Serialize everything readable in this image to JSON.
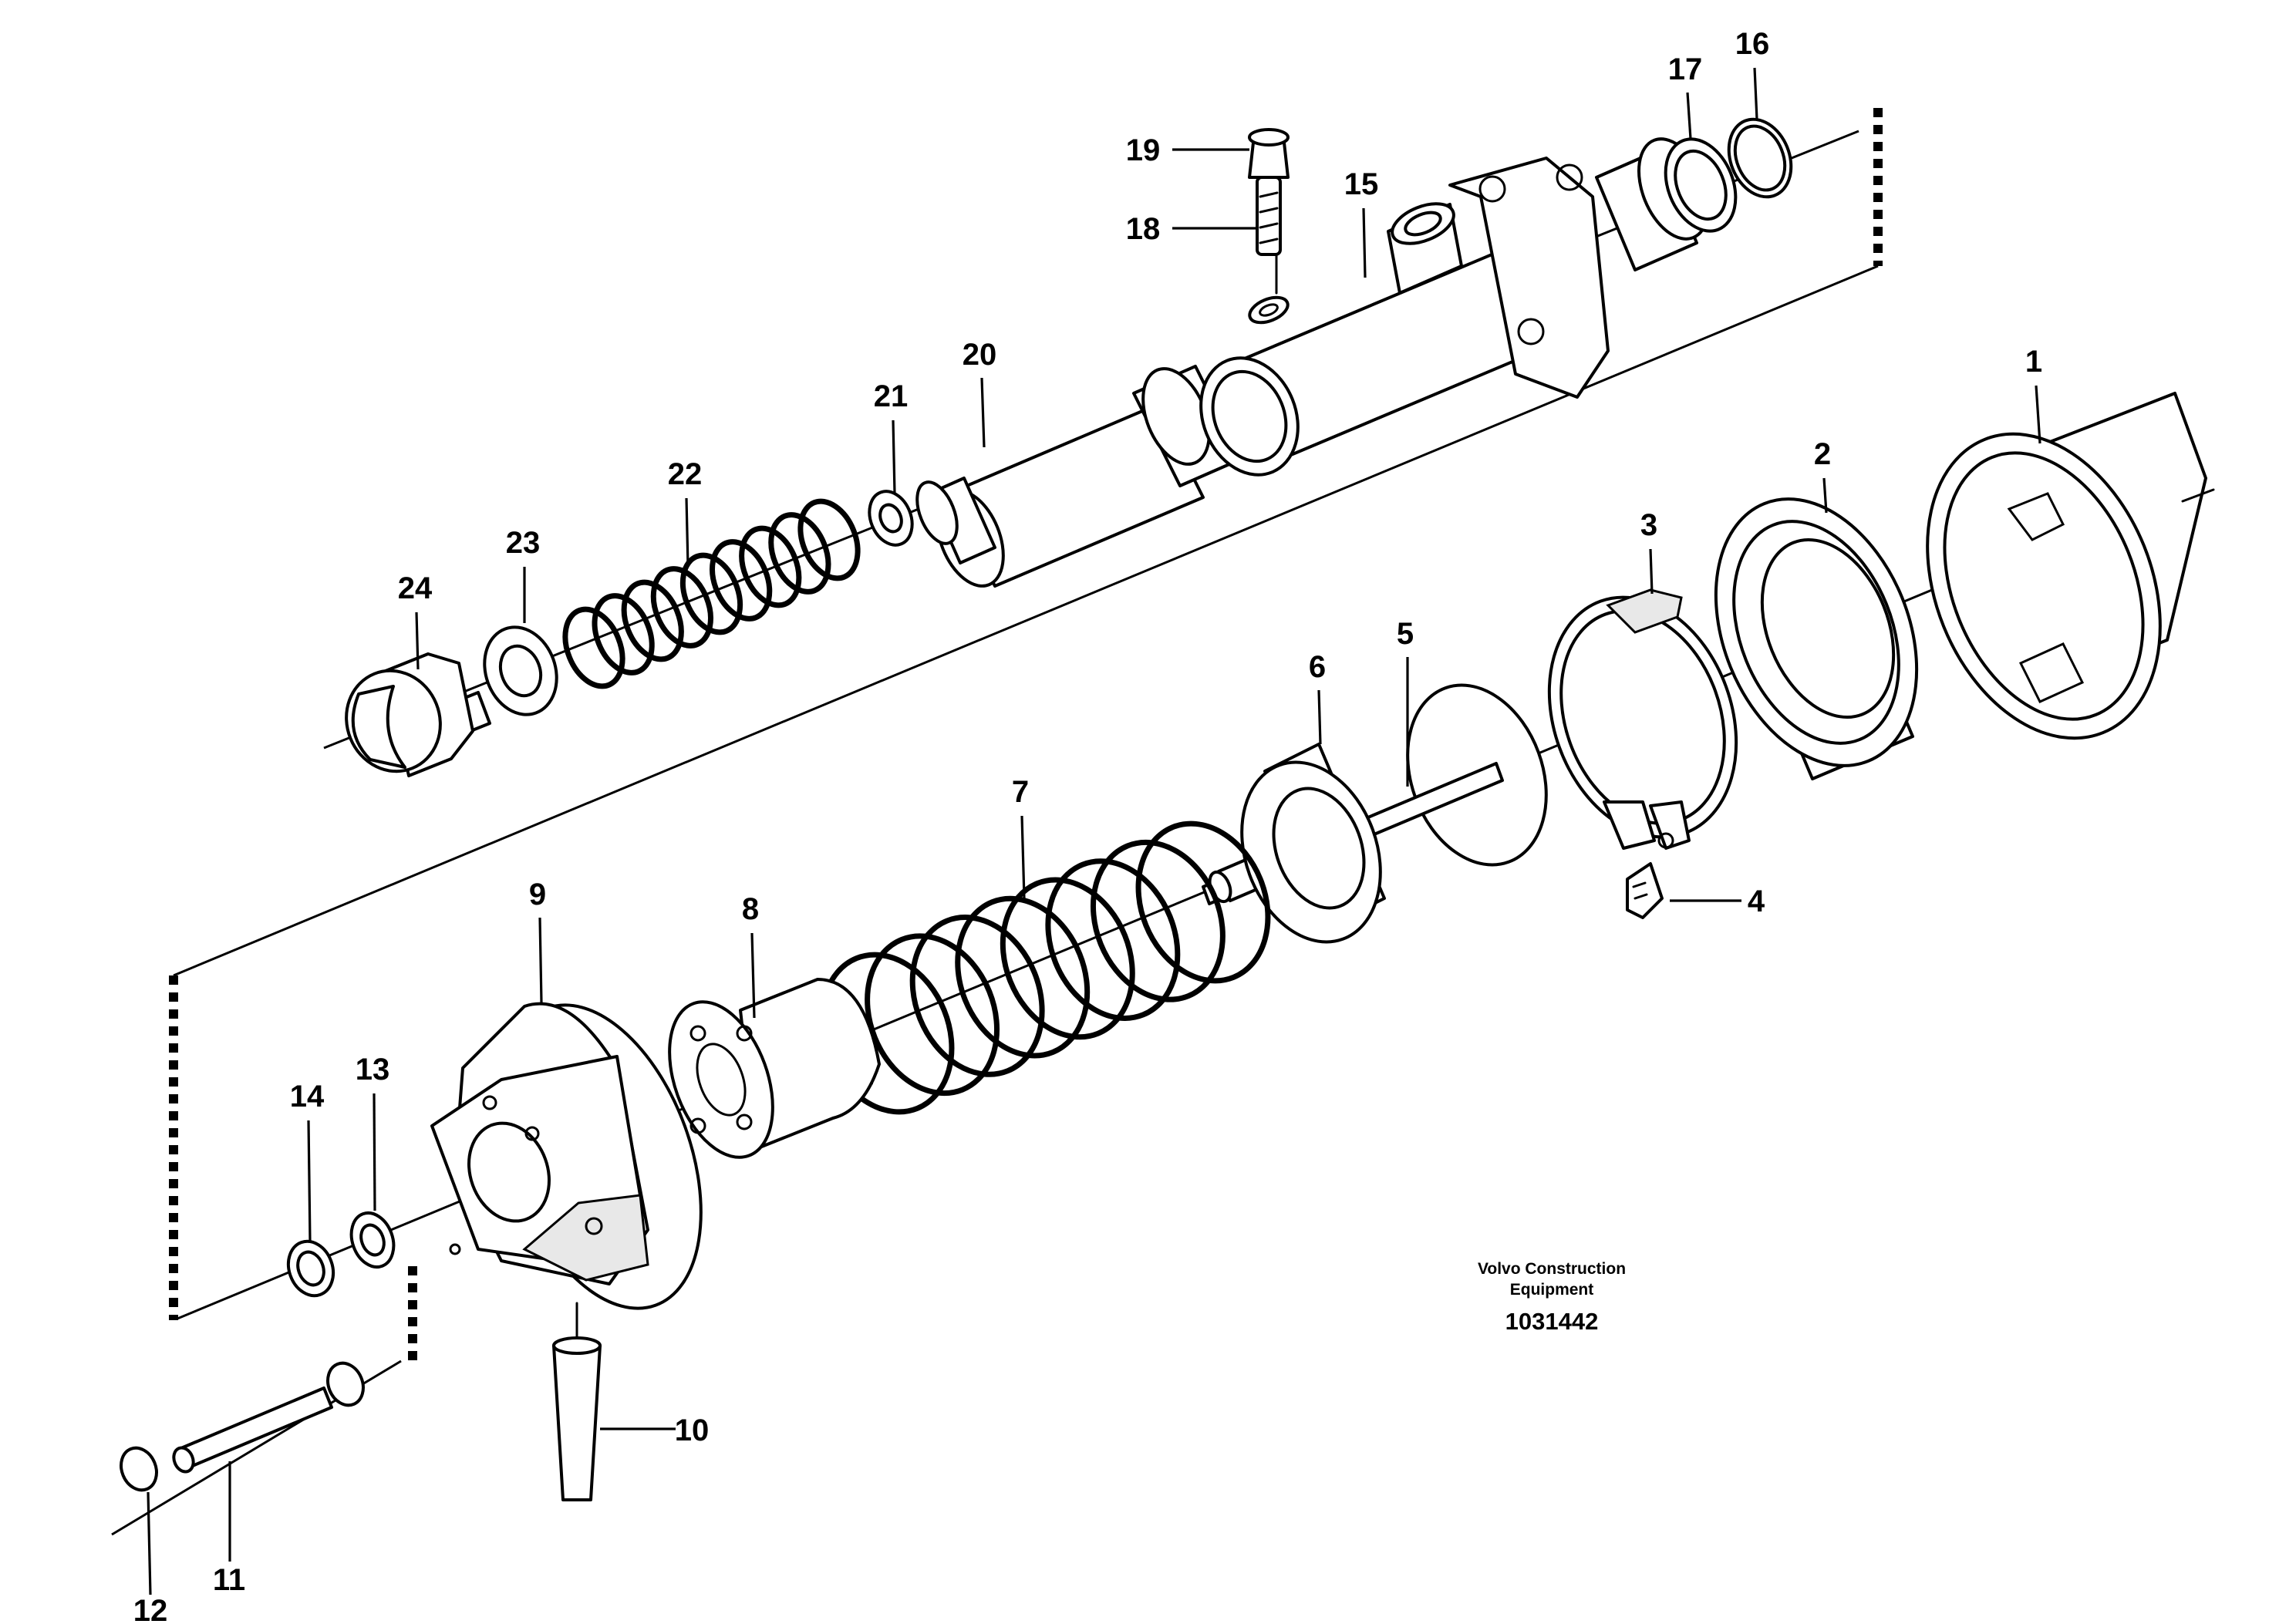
{
  "diagram": {
    "brand_line1": "Volvo Construction",
    "brand_line2": "Equipment",
    "code": "1031442"
  },
  "callouts": [
    {
      "label": "1"
    },
    {
      "label": "2"
    },
    {
      "label": "3"
    },
    {
      "label": "4"
    },
    {
      "label": "5"
    },
    {
      "label": "6"
    },
    {
      "label": "7"
    },
    {
      "label": "8"
    },
    {
      "label": "9"
    },
    {
      "label": "10"
    },
    {
      "label": "11"
    },
    {
      "label": "12"
    },
    {
      "label": "13"
    },
    {
      "label": "14"
    },
    {
      "label": "15"
    },
    {
      "label": "16"
    },
    {
      "label": "17"
    },
    {
      "label": "18"
    },
    {
      "label": "19"
    },
    {
      "label": "20"
    },
    {
      "label": "21"
    },
    {
      "label": "22"
    },
    {
      "label": "23"
    },
    {
      "label": "24"
    }
  ]
}
